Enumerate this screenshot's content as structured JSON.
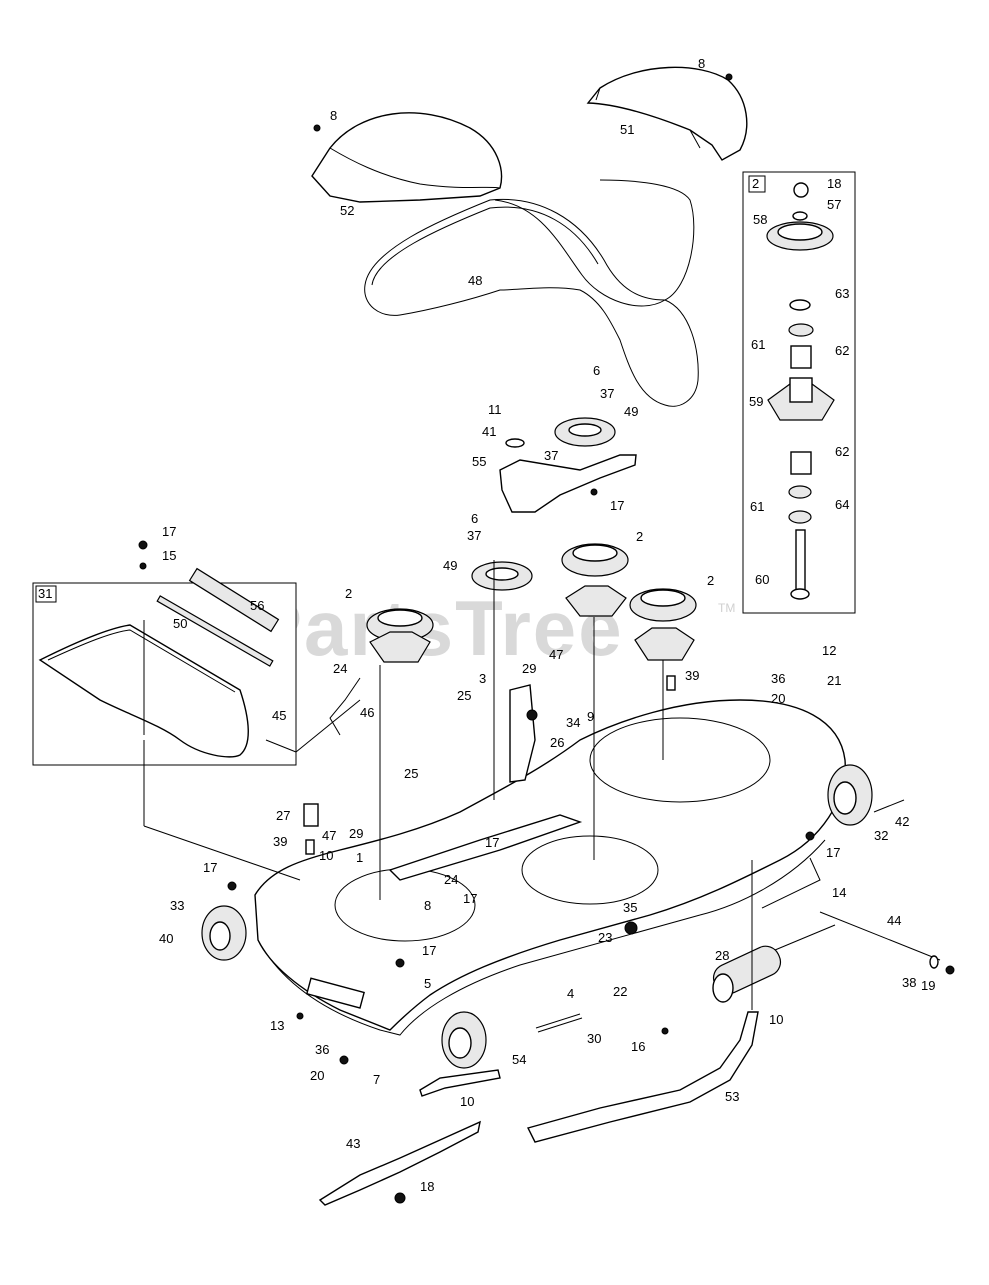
{
  "watermark": "PartsTree",
  "trademark": "TM",
  "labels": {
    "l8a": "8",
    "l8b": "8",
    "l51": "51",
    "l52": "52",
    "l2box": "2",
    "l18a": "18",
    "l57": "57",
    "l58": "58",
    "l63": "63",
    "l61a": "61",
    "l62a": "62",
    "l59": "59",
    "l62b": "62",
    "l61b": "61",
    "l64": "64",
    "l60": "60",
    "l48": "48",
    "l6a": "6",
    "l37a": "37",
    "l11": "11",
    "l49a": "49",
    "l41": "41",
    "l37b": "37",
    "l55": "55",
    "l17a": "17",
    "l6b": "6",
    "l37c": "37",
    "l2a": "2",
    "l49b": "49",
    "l2b": "2",
    "l2c": "2",
    "l17b": "17",
    "l15": "15",
    "l31": "31",
    "l56": "56",
    "l50": "50",
    "l45": "45",
    "l24a": "24",
    "l46": "46",
    "l3": "3",
    "l29a": "29",
    "l47a": "47",
    "l25a": "25",
    "l34": "34",
    "l9": "9",
    "l26": "26",
    "l39a": "39",
    "l12": "12",
    "l36a": "36",
    "l20a": "20",
    "l21": "21",
    "l25b": "25",
    "l27": "27",
    "l47b": "47",
    "l29b": "29",
    "l39b": "39",
    "l10a": "10",
    "l1": "1",
    "l17c": "17",
    "l24b": "24",
    "l17d": "17",
    "l8c": "8",
    "l17e": "17",
    "l42": "42",
    "l32": "32",
    "l17f": "17",
    "l14": "14",
    "l17g": "17",
    "l33": "33",
    "l35": "35",
    "l23": "23",
    "l40": "40",
    "l17h": "17",
    "l44": "44",
    "l5": "5",
    "l4": "4",
    "l22": "22",
    "l28": "28",
    "l38": "38",
    "l19": "19",
    "l13": "13",
    "l30": "30",
    "l10b": "10",
    "l16": "16",
    "l36b": "36",
    "l20b": "20",
    "l7": "7",
    "l54": "54",
    "l53": "53",
    "l10c": "10",
    "l43": "43",
    "l18b": "18"
  }
}
